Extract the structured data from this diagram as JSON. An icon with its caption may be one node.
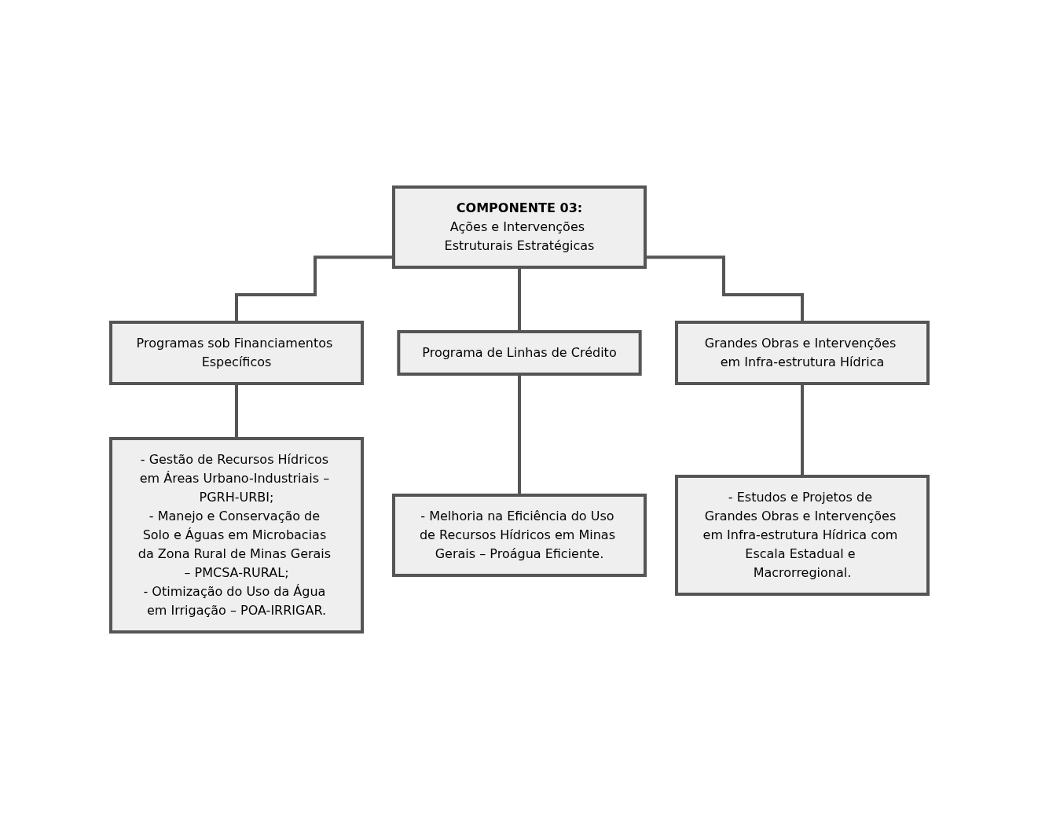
{
  "diagram": {
    "nodes": [
      {
        "text": [
          "COMPONENTE 03:",
          "Ações e Intervenções Estruturais Estratégicas"
        ]
      },
      {
        "text": [
          "Programas sob Financiamentos Específicos"
        ]
      },
      {
        "text": [
          "Programa de Linhas de Crédito"
        ]
      },
      {
        "text": [
          "Grandes Obras e Intervenções em Infra-estrutura Hídrica"
        ]
      },
      {
        "text": [
          "- Gestão de Recursos Hídricos em Áreas Urbano-Industriais – PGRH-URBI;",
          "- Manejo e Conservação de Solo e Águas em Microbacias da Zona Rural de Minas Gerais – PMCSA-RURAL;",
          "- Otimização do Uso da Água em Irrigação – POA-IRRIGAR."
        ]
      },
      {
        "text": [
          "- Melhoria na Eficiência do Uso de Recursos Hídricos em Minas Gerais – Proágua Eficiente."
        ]
      },
      {
        "text": [
          "- Estudos e Projetos de Grandes Obras e Intervenções em Infra-estrutura Hídrica com Escala Estadual e Macrorregional."
        ]
      }
    ],
    "edges": [
      {
        "from": 0,
        "to": 1,
        "arrow": "none"
      },
      {
        "from": 0,
        "to": 2,
        "arrow": "none"
      },
      {
        "from": 0,
        "to": 3,
        "arrow": "none"
      },
      {
        "from": 1,
        "to": 4,
        "arrow": "none"
      },
      {
        "from": 2,
        "to": 5,
        "arrow": "none"
      },
      {
        "from": 3,
        "to": 6,
        "arrow": "none"
      }
    ]
  }
}
